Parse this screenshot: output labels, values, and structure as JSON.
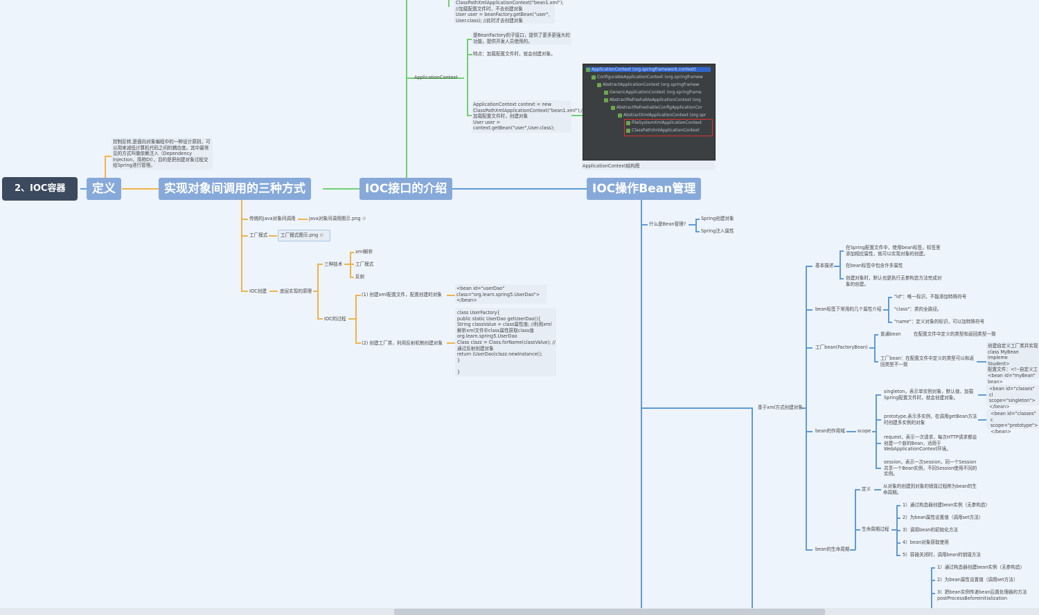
{
  "root": "2、IOC容器",
  "main_nodes": {
    "def": "定义",
    "three_ways": "实现对象间调用的三种方式",
    "ioc_intro": "IOC接口的介绍",
    "ioc_bean": "IOC操作Bean管理"
  },
  "definition_text": "控制反转,是面向对象编程中的一种设计原则，可以用来减低计算机代码之间的耦合度。其中最常见的方式叫做依赖注入（Dependency Injection，简称DI），目的是把创建对象过程交给Spring进行管理。",
  "top_code": "ClassPathXmlApplicationContext(\"bean1.xml\"); //加载配置文件时，不去创建对象\nUser user = beanFactory.getBean(\"user\", User.class); //此时才去创建对象",
  "applicationcontext": {
    "label": "ApplicationContext",
    "desc1": "是BeanFactory的子接口，提供了更多更强大的功能，提供开发人员使用的。",
    "desc2": "特点：加载配置文件时，就会创建对象。",
    "code": "ApplicationContext context = new ClassPathXmlApplicationContext(\"bean1.xml\");//加载配置文件时，创建对象\n User user = context.getBean(\"user\",User.class);",
    "image_caption": "ApplicationContext结构图",
    "tree_rows": [
      "ApplicationContext (org.springframework.context)",
      "ConfigurableApplicationContext (org.springframew",
      "AbstractApplicationContext (org.springframew",
      "GenericApplicationContext (org.springframe",
      "AbstractRefreshableApplicationContext (org",
      "AbstractRefreshableConfigApplicationCor",
      "AbstractXmlApplicationContext (org.spr",
      "FileSystemXmlApplicationContext",
      "ClassPathXmlApplicationContext"
    ]
  },
  "three_ways": {
    "traditional": "传统的java对象间调用",
    "traditional_img": "java对象间调用图示.png",
    "factory": "工厂模式",
    "factory_img": "工厂模式图示.png",
    "ioc_create": "IOC创建",
    "underlying": "底层实现的原理",
    "tech": "三种技术",
    "tech_items": [
      "xml解析",
      "工厂模式",
      "反射"
    ],
    "process": "IOC的过程",
    "step1": "(1) 创建xml配置文件，配置创建的对象",
    "step1_code": "<bean id=\"userDao\" class=\"org.learn.spring5.UserDao\">\n</bean>",
    "step2": "(2) 创建工厂类，利用反射机制创建对象",
    "step2_code": "class UserFactory{\n  public static UserDao getUserDao(){\n    String classValue = class属性值; //利用xml解析xml文件中class属性获取class值 org.learn.spring5.UserDao\n    Class clazz = Class.forName(classValue); //通过反射创建对象\n    return (UserDao)clazz.newInstance();\n  }\n\n}"
  },
  "bean_mgmt": {
    "what": "什么是Bean管理?",
    "what_items": [
      "Spring创建对象",
      "Spring注入属性"
    ],
    "xml_based": "基于xml方式创建对象",
    "basic": "基本描述",
    "basic_items": [
      "在Spring配置文件中，使用bean标签，标签里添加相应属性，就可以实现对象的创建。",
      "在bean标签中包含许多属性",
      "创建对象时，默认也是执行无参构造方法完成对象的创建。"
    ],
    "attrs": "bean标签下常用的几个属性介绍",
    "attr_items": [
      "\"id\"：唯一标识，不能添加特殊符号",
      "\"class\"：类的全路径。",
      "\"name\"：定义对象的标识，可以加特殊符号"
    ],
    "factorybean": "工厂bean(FactoryBean)",
    "fb_normal": "普通bean",
    "fb_normal_desc": "在配置文件中定义的类型和返回类型一致",
    "fb_factory": "工厂bean：在配置文件中定义的类型可以和返回类型不一致",
    "fb_code": "创建自定义工厂类并实现\nclass MyBean impleme\nStudent>\n配置文件：<!--自定义工\n  <bean id=\"myBean\"\nbean>",
    "scope_label": "bean的作用域",
    "scope": "scope",
    "singleton": "singleton，表示单实例对象，默认值，加载Spring配置文件时，就会创建对象。",
    "singleton_code": "<bean id=\"classes\" cl\nscope=\"singleton\">\n</bean>",
    "prototype": "prototype,表示多实例，在调用getBean方法时创建多实例的对象",
    "prototype_code": "<bean id=\"classes\" c\nscope=\"prototype\">\n</bean>",
    "request": "request，表示一次请求，每次HTTP请求都会创建一个新的Bean，适用于WebApplicationContext环境。",
    "session": "session，表示一次session，同一个Session共享一个Bean实例，不同Session使用不同的实例。",
    "lifecycle": "bean的生命周期",
    "lc_def": "定义",
    "lc_def_desc": "从对象的创建到对象的销毁过程称为bean的生命周期。",
    "lc_process": "生命周期过程",
    "lc_steps": [
      "1）通过构造器创建bean实例（无参构造）",
      "2）为bean属性设置值（调用set方法）",
      "3）调用bean的初始化方法",
      "4）bean对象获取使用",
      "5）容器关闭时，调用bean的销毁方法"
    ],
    "lc_steps2": [
      "1）通过构造器创建bean实例（无参构造）",
      "2）为bean属性设置值（调用set方法）",
      "3）把bean实例传递bean后置处理器的方法postProcessBeforeInitialization"
    ]
  }
}
